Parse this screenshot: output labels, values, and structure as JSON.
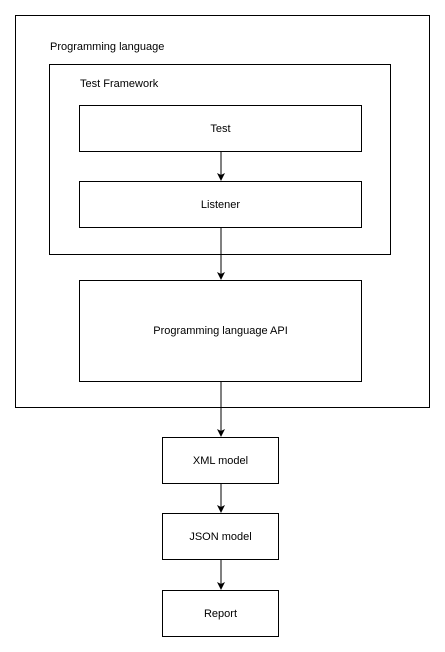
{
  "containers": {
    "programming_language": {
      "label": "Programming language"
    },
    "test_framework": {
      "label": "Test Framework"
    }
  },
  "nodes": {
    "test": "Test",
    "listener": "Listener",
    "programming_language_api": "Programming language API",
    "xml_model": "XML model",
    "json_model": "JSON model",
    "report": "Report"
  },
  "colors": {
    "stroke": "#000000",
    "background": "#ffffff"
  }
}
